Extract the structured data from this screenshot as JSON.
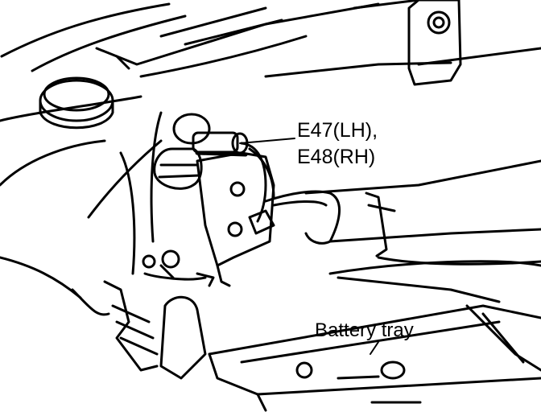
{
  "labels": {
    "connector_line1": "E47(LH),",
    "connector_line2": "E48(RH)",
    "battery_tray": "Battery tray"
  }
}
